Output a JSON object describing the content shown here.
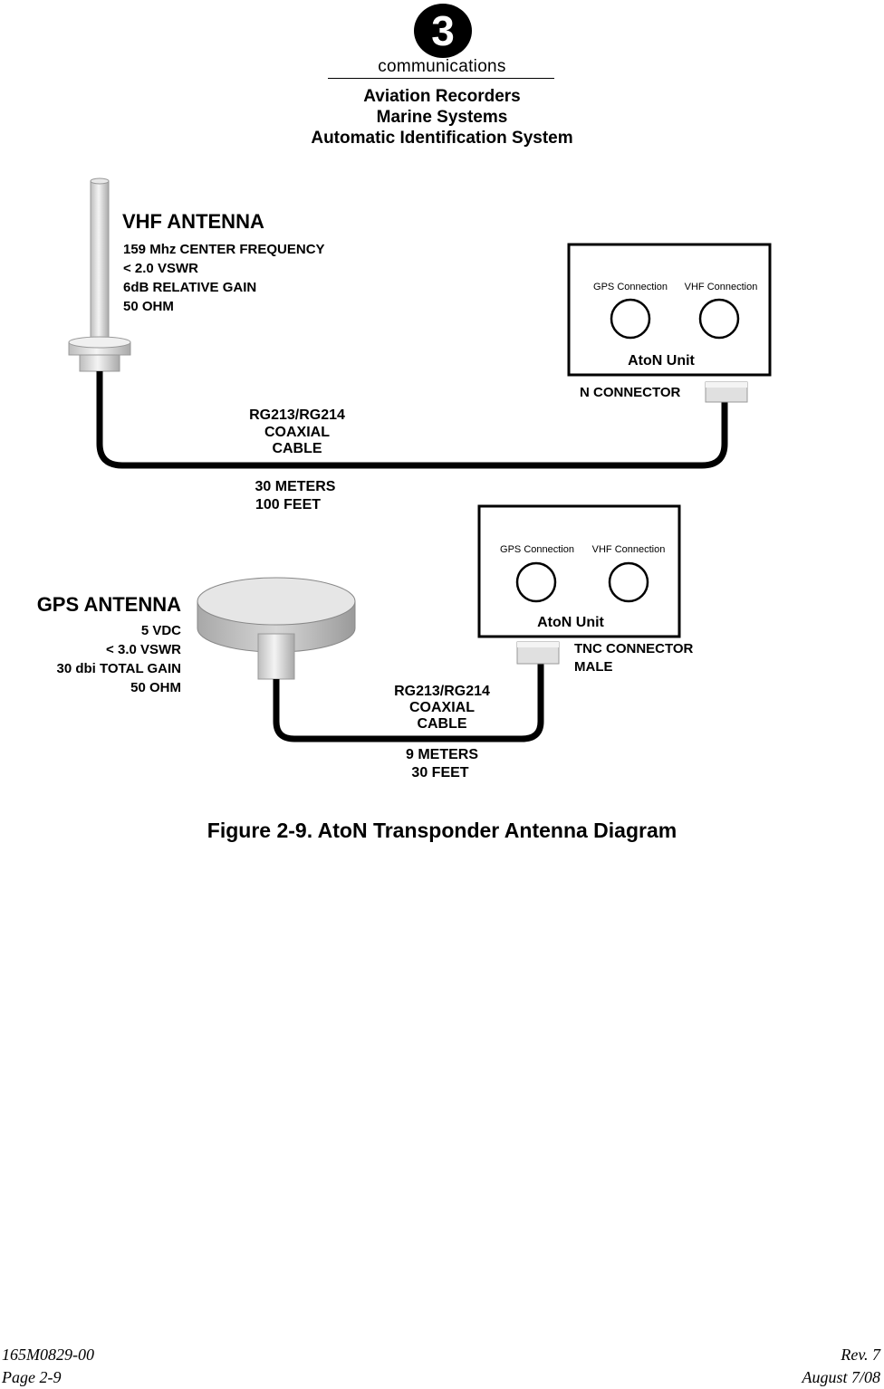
{
  "header": {
    "logo": {
      "mark": "3",
      "word": "communications"
    },
    "lines": [
      "Aviation Recorders",
      "Marine Systems",
      "Automatic Identification System"
    ]
  },
  "diagram": {
    "vhf": {
      "title": "VHF ANTENNA",
      "specs": [
        "159 Mhz CENTER FREQUENCY",
        "< 2.0 VSWR",
        "6dB RELATIVE GAIN",
        "50 OHM"
      ],
      "cable": [
        "RG213/RG214",
        "COAXIAL",
        "CABLE"
      ],
      "length": [
        "30 METERS",
        "100 FEET"
      ],
      "connector": "N CONNECTOR",
      "unit": {
        "label": "AtoN Unit",
        "gps_label": "GPS Connection",
        "vhf_label": "VHF Connection"
      }
    },
    "gps": {
      "title": "GPS ANTENNA",
      "specs": [
        "5 VDC",
        "< 3.0 VSWR",
        "30 dbi TOTAL GAIN",
        "50 OHM"
      ],
      "cable": [
        "RG213/RG214",
        "COAXIAL",
        "CABLE"
      ],
      "length": [
        "9 METERS",
        "30 FEET"
      ],
      "connector": [
        "TNC CONNECTOR",
        "MALE"
      ],
      "unit": {
        "label": "AtoN Unit",
        "gps_label": "GPS Connection",
        "vhf_label": "VHF Connection"
      }
    }
  },
  "caption": "Figure 2‑9.  AtoN Transponder Antenna Diagram",
  "footer": {
    "doc_number": "165M0829‑00",
    "page": "Page 2‑9",
    "rev": "Rev. 7",
    "date": "August 7/08"
  }
}
